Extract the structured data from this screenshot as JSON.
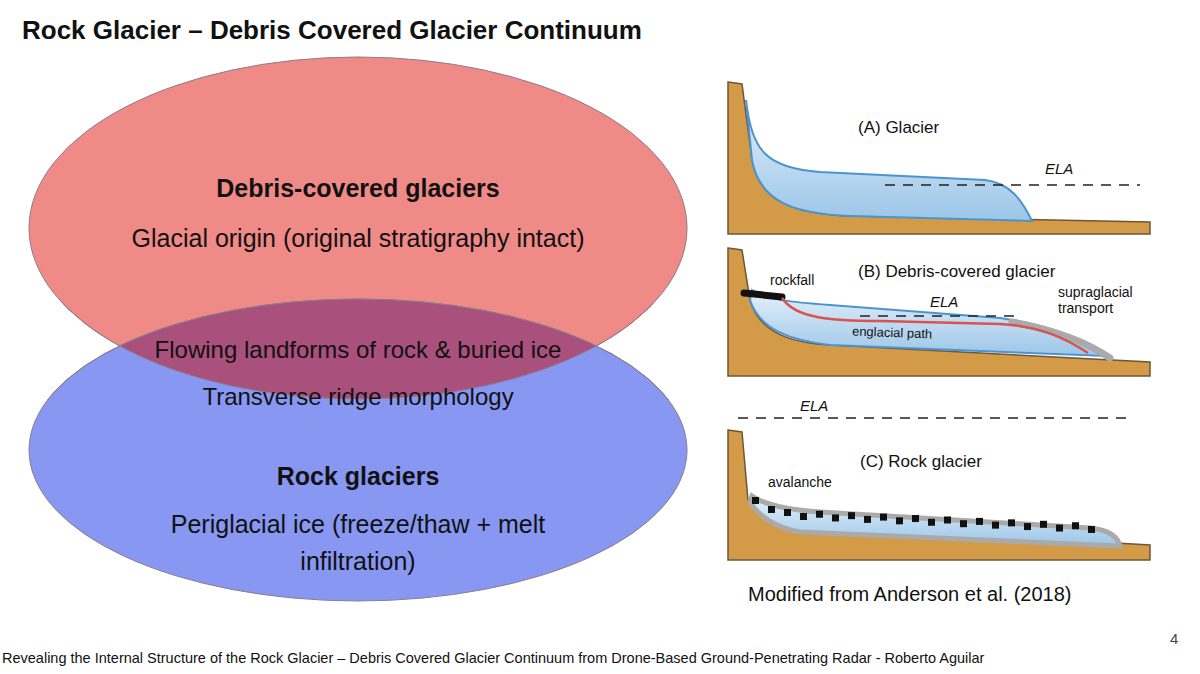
{
  "diagram": {
    "title": "Rock Glacier – Debris Covered Glacier Continuum",
    "caption": "Modified from Anderson et al. (2018)",
    "nodes": [
      {
        "text": [
          "Debris-covered glaciers",
          "Glacial origin (original stratigraphy intact)"
        ]
      },
      {
        "text": [
          "Rock glaciers",
          "Periglacial ice (freeze/thaw + melt infiltration)"
        ]
      },
      {
        "text": [
          "Flowing landforms of rock & buried ice",
          "Transverse ridge morphology"
        ]
      }
    ],
    "labels": [
      "(A) Glacier",
      "ELA",
      "rockfall",
      "(B) Debris-covered glacier",
      "ELA",
      "englacial path",
      "supraglacial transport",
      "ELA",
      "(C) Rock glacier",
      "avalanche",
      "Revealing the Internal Structure of the Rock Glacier – Debris Covered Glacier Continuum from Drone-Based Ground-Penetrating Radar - Roberto Aguilar",
      "4"
    ]
  }
}
